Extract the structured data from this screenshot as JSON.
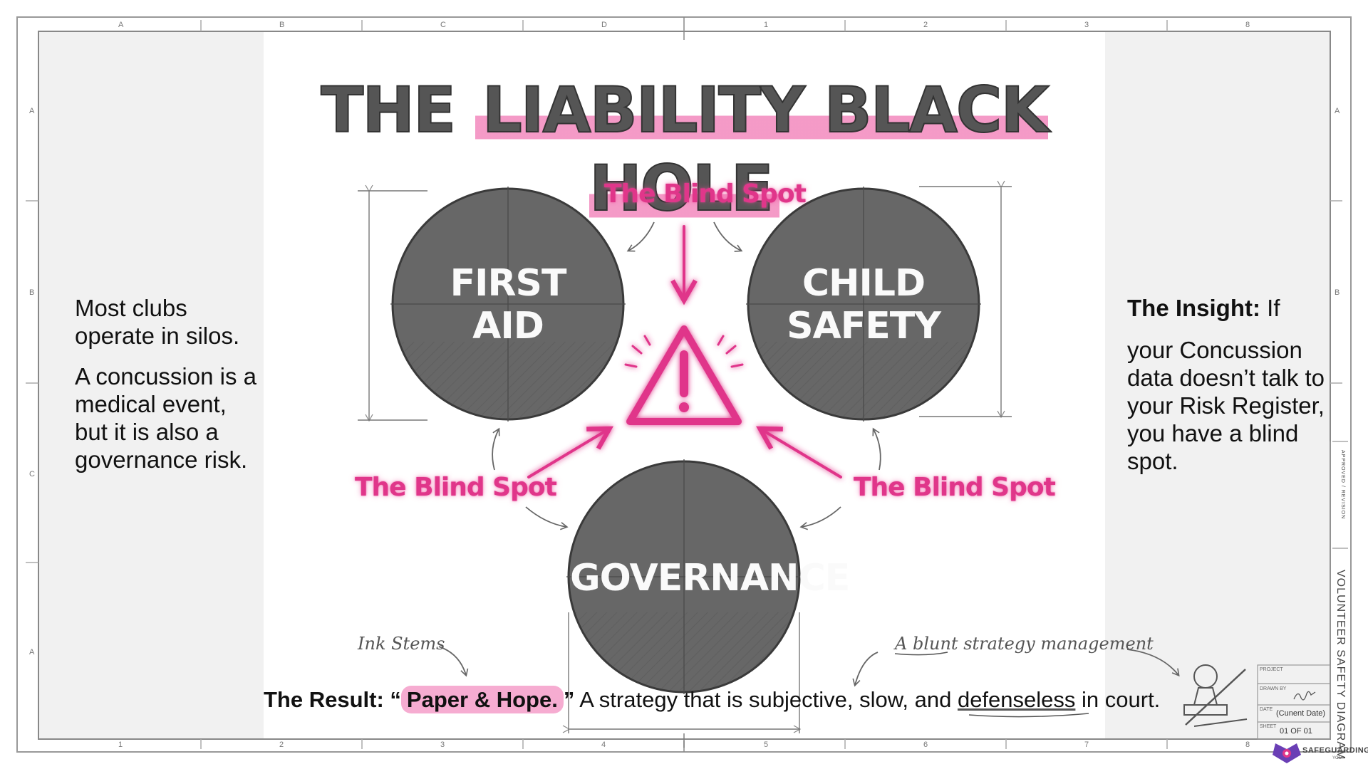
{
  "title": {
    "plain": "THE",
    "highlight": "LIABILITY BLACK HOLE"
  },
  "left_text": {
    "p1": "Most clubs operate in silos.",
    "p2": "A concussion is a medical event, but it is also a governance risk."
  },
  "right_text": {
    "lead": "The Insight:",
    "if_word": "If",
    "body": "your Concussion data doesn’t talk to your Risk Register, you have a blind spot."
  },
  "circles": {
    "first_aid": {
      "line1": "FIRST",
      "line2": "AID"
    },
    "child_safety": {
      "line1": "CHILD",
      "line2": "SAFETY"
    },
    "governance": {
      "line1": "GOVERNANCE"
    }
  },
  "blind_spots": {
    "top": "The Blind Spot",
    "left": "The Blind Spot",
    "right": "The Blind Spot"
  },
  "notes": {
    "ink_stems": "Ink Stems",
    "blunt_strategy": "A blunt strategy management"
  },
  "result": {
    "lead": "The Result:",
    "open_quote": "“",
    "highlight": "Paper & Hope.",
    "close_quote": "”",
    "before_underline": " A strategy that is subjective, slow, and ",
    "underlined": "defenseless",
    "after_underline": " in court."
  },
  "title_block": {
    "project_label": "PROJECT",
    "drawn_label": "DRAWN BY",
    "date_label": "DATE",
    "date_value": "(Cunent Date)",
    "sheet_label": "SHEET",
    "sheet_value": "01 OF 01",
    "vertical_title": "VOLUNTEER SAFETY DIAGRAM",
    "vertical_small": "APPROVED / REVISION"
  },
  "logo": {
    "name": "SAFEGUARDING",
    "sub": "YOU"
  },
  "grid": {
    "top": [
      "A",
      "B",
      "C",
      "D",
      "1",
      "2",
      "3",
      "8"
    ],
    "bottom": [
      "1",
      "2",
      "3",
      "4",
      "5",
      "6",
      "7",
      "8"
    ],
    "left": [
      "A",
      "B",
      "C",
      "A"
    ],
    "right": [
      "A",
      "B"
    ]
  },
  "colors": {
    "accent": "#e0368a",
    "circle": "#676767",
    "panel": "#f1f1f1"
  }
}
